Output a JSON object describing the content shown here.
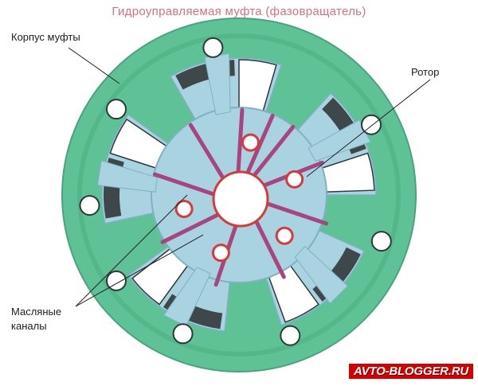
{
  "title": "Гидроуправляемая муфта (фазовращатель)",
  "labels": {
    "housing": "Корпус муфты",
    "rotor": "Ротор",
    "oil_line1": "Масляные",
    "oil_line2": "каналы"
  },
  "watermark": "AVTO-BLOGGER.RU",
  "colors": {
    "housing": "#5fc296",
    "housing_dark": "#3f9a72",
    "rotor": "#a9d3e1",
    "rotor_edge": "#7fb0c4",
    "channel": "#a8457f",
    "hole_rim": "#d63a3a",
    "title": "#d9707f",
    "watermark_bg": "#d40000"
  }
}
